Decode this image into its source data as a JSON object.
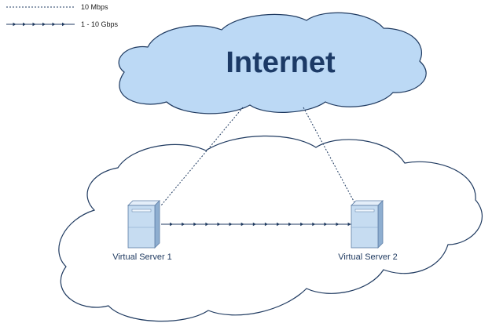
{
  "legend": {
    "items": [
      {
        "label": "10 Mbps",
        "style": "dotted"
      },
      {
        "label": "1 - 10 Gbps",
        "style": "arrowed"
      }
    ]
  },
  "internet": {
    "label": "Internet"
  },
  "servers": [
    {
      "label": "Virtual Server 1"
    },
    {
      "label": "Virtual Server 2"
    }
  ],
  "colors": {
    "internet_cloud_fill": "#bcd9f5",
    "cloud_stroke": "#1f3a60",
    "datacenter_cloud_fill": "#ffffff",
    "server_body": "#c6dcf1",
    "server_side": "#8eaed0",
    "server_top": "#e4eef9",
    "link": "#1f3a60",
    "title": "#1c3a66"
  }
}
